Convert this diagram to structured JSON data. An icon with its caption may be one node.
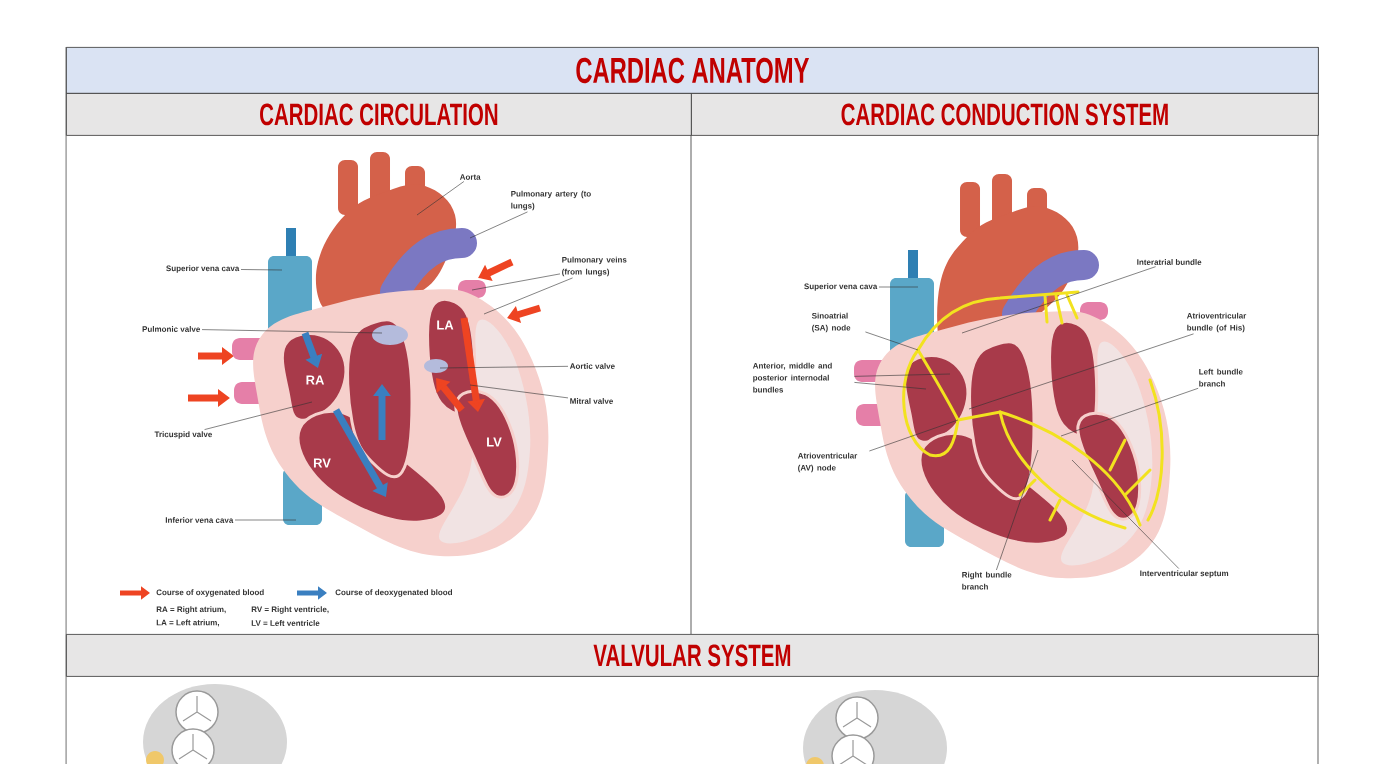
{
  "diagram": {
    "nodes": [
      {
        "text": [
          "CARDIAC ANATOMY"
        ]
      },
      {
        "text": [
          "CARDIAC CIRCULATION"
        ]
      },
      {
        "text": [
          "CARDIAC CONDUCTION SYSTEM"
        ]
      },
      {
        "text": [
          "Aorta"
        ]
      },
      {
        "text": [
          "Pulmonary artery (to lungs)"
        ]
      },
      {
        "text": [
          "Superior vena cava"
        ]
      },
      {
        "text": [
          "Pulmonary veins (from lungs)"
        ]
      },
      {
        "text": [
          "Pulmonic valve"
        ]
      },
      {
        "text": [
          "Aortic valve"
        ]
      },
      {
        "text": [
          "Mitral valve"
        ]
      },
      {
        "text": [
          "Tricuspid valve"
        ]
      },
      {
        "text": [
          "Inferior vena cava"
        ]
      },
      {
        "text": [
          "Superior vena cava"
        ]
      },
      {
        "text": [
          "Interatrial bundle"
        ]
      },
      {
        "text": [
          "Sinoatrial (SA) node"
        ]
      },
      {
        "text": [
          "Atrioventricular bundle (of His)"
        ]
      },
      {
        "text": [
          "Anterior, middle and posterior internodal bundles"
        ]
      },
      {
        "text": [
          "Left bundle branch"
        ]
      },
      {
        "text": [
          "Atrioventricular (AV) node"
        ]
      },
      {
        "text": [
          "Right bundle branch"
        ]
      },
      {
        "text": [
          "Interventricular septum"
        ]
      },
      {
        "text": [
          "VALVULAR SYSTEM"
        ]
      },
      {
        "text": [
          "LA",
          "RA",
          "LV",
          "RV"
        ]
      }
    ],
    "edges": [
      {
        "from": 3,
        "to": 22,
        "arrow": "none"
      },
      {
        "from": 4,
        "to": 22,
        "arrow": "none"
      },
      {
        "from": 5,
        "to": 22,
        "arrow": "none"
      },
      {
        "from": 6,
        "to": 22,
        "arrow": "none"
      },
      {
        "from": 6,
        "to": 22,
        "arrow": "none"
      },
      {
        "from": 7,
        "to": 22,
        "arrow": "none"
      },
      {
        "from": 8,
        "to": 22,
        "arrow": "none"
      },
      {
        "from": 9,
        "to": 22,
        "arrow": "none"
      },
      {
        "from": 10,
        "to": 22,
        "arrow": "none"
      },
      {
        "from": 11,
        "to": 22,
        "arrow": "none"
      },
      {
        "from": 12,
        "to": null,
        "arrow": "none"
      },
      {
        "from": 13,
        "to": null,
        "arrow": "none"
      },
      {
        "from": 14,
        "to": null,
        "arrow": "none"
      },
      {
        "from": 15,
        "to": null,
        "arrow": "none"
      },
      {
        "from": 16,
        "to": null,
        "arrow": "none"
      },
      {
        "from": 16,
        "to": null,
        "arrow": "none"
      },
      {
        "from": 17,
        "to": null,
        "arrow": "none"
      },
      {
        "from": 18,
        "to": null,
        "arrow": "none"
      },
      {
        "from": 19,
        "to": null,
        "arrow": "none"
      },
      {
        "from": 20,
        "to": null,
        "arrow": "none"
      }
    ],
    "labels": [
      "RA = Right atrium,",
      "RV = Right ventricle,",
      "LA = Left atrium,",
      "LV = Left ventricle"
    ],
    "legend": [
      {
        "text": "Course of oxygenated blood"
      },
      {
        "text": "Course of deoxygenated blood"
      }
    ]
  }
}
